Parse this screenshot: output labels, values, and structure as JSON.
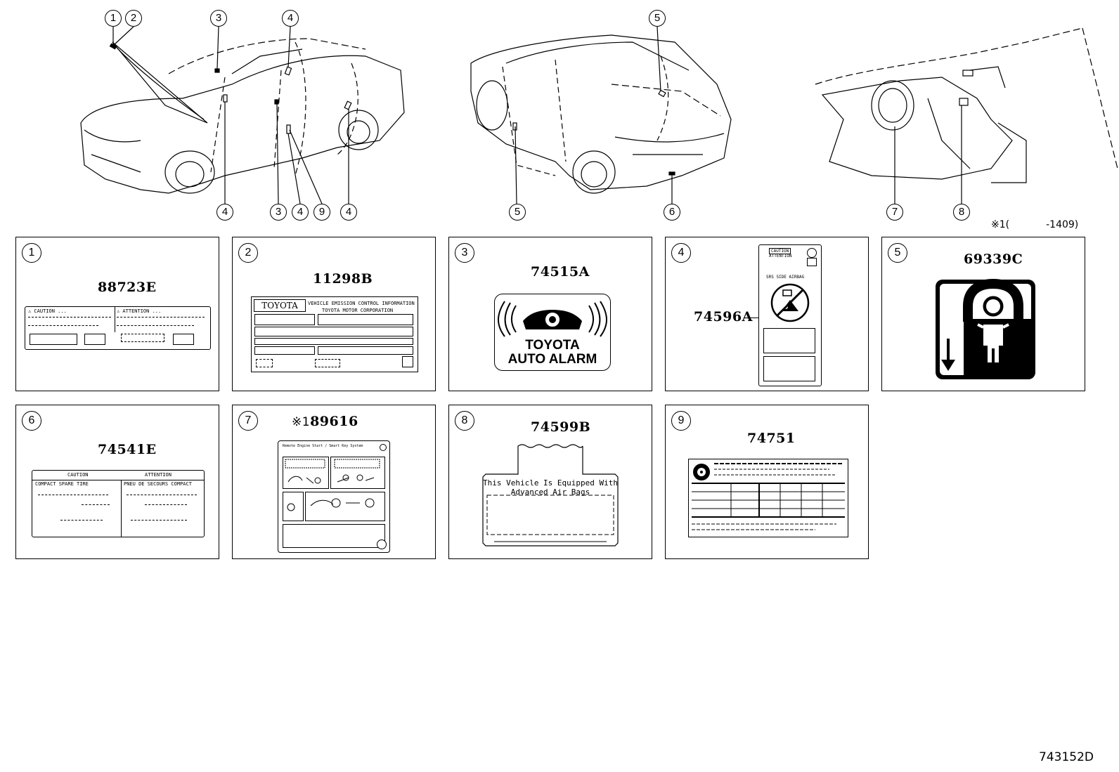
{
  "diagram_id": "743152D",
  "footnote": {
    "mark": "※1",
    "paren_open": "(",
    "range": "-1409)"
  },
  "callouts": {
    "car_front": [
      "1",
      "2",
      "3",
      "4",
      "4",
      "3",
      "4",
      "9",
      "4"
    ],
    "car_rear": [
      "5",
      "5",
      "6"
    ],
    "interior": [
      "7",
      "8"
    ]
  },
  "panels": [
    {
      "num": "1",
      "part": "88723E",
      "warn_left": "⚠ CAUTION ...",
      "warn_right": "⚠ ATTENTION ..."
    },
    {
      "num": "2",
      "part": "11298B",
      "brand": "TOYOTA",
      "header": "VEHICLE EMISSION CONTROL INFORMATION",
      "sub": "TOYOTA MOTOR CORPORATION"
    },
    {
      "num": "3",
      "part": "74515A",
      "line1": "TOYOTA",
      "line2": "AUTO ALARM"
    },
    {
      "num": "4",
      "part": "74596A",
      "caution": "CAUTION",
      "attention": "ATTENTION",
      "srs": "SRS SIDE AIRBAG"
    },
    {
      "num": "5",
      "part": "69339C"
    },
    {
      "num": "6",
      "part": "74541E",
      "c_left": "CAUTION",
      "c_right": "ATTENTION",
      "sub_left": "COMPACT SPARE TIRE",
      "sub_right": "PNEU DE SECOURS COMPACT"
    },
    {
      "num": "7",
      "part": "89616",
      "mark": "※1",
      "title": "Remote Engine Start / Smart Key System"
    },
    {
      "num": "8",
      "part": "74599B",
      "line1": "This Vehicle Is Equipped With",
      "line2": "Advanced  Air Bags"
    },
    {
      "num": "9",
      "part": "74751"
    }
  ]
}
